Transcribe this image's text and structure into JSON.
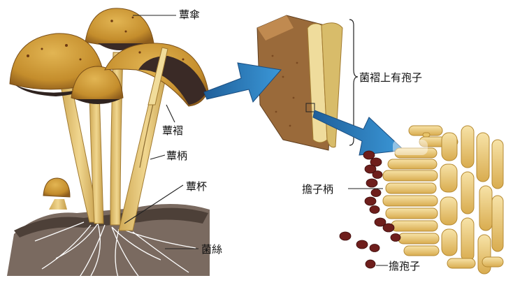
{
  "labels": {
    "cap": "蕈傘",
    "gills": "蕈褶",
    "stalk": "蕈柄",
    "cup": "蕈杯",
    "mycelium": "菌絲",
    "gill_spores": "菌褶上有孢子",
    "basidium": "擔子柄",
    "basidiospore": "擔孢子"
  },
  "colors": {
    "cap": "#c9952f",
    "cap_dark": "#8a5a1c",
    "gill": "#3a2a26",
    "stalk": "#e6c77a",
    "soil": "#6b5a4e",
    "arrow": "#2f7fc0",
    "basidium_cell": "#f0cf7a",
    "spore": "#6e1e1c",
    "section_brown": "#9a6a3a"
  }
}
